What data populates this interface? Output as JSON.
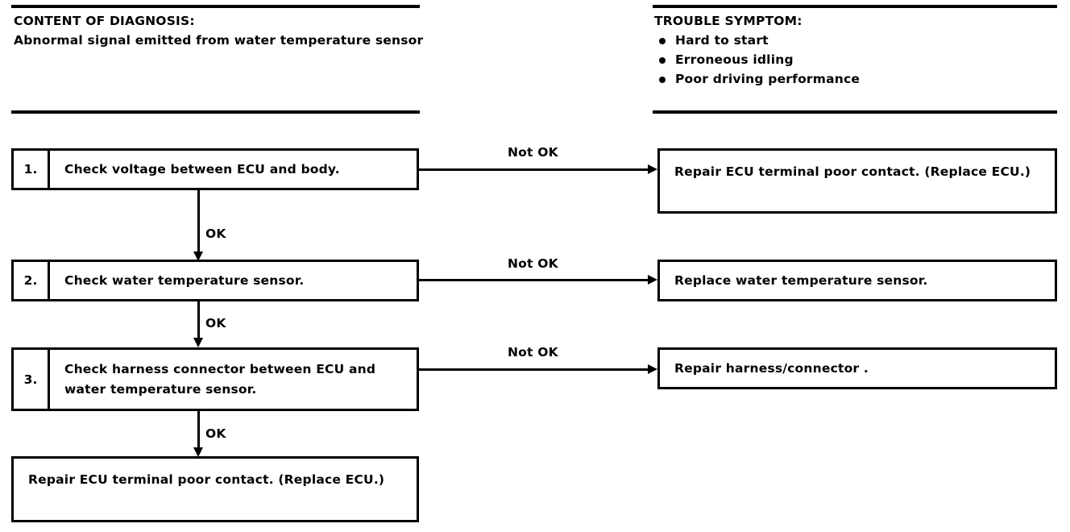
{
  "headers": {
    "diagnosis": {
      "title": "CONTENT OF DIAGNOSIS:",
      "body": "Abnormal signal emitted from water temperature sensor"
    },
    "symptom": {
      "title": "TROUBLE SYMPTOM:",
      "items": [
        "Hard to start",
        "Erroneous idling",
        "Poor driving performance"
      ]
    }
  },
  "flow": {
    "steps": [
      {
        "number": "1.",
        "text": "Check voltage between ECU and body.",
        "branch_label": "Not OK",
        "result": "Repair ECU terminal poor contact. (Replace ECU.)",
        "pass_label": "OK"
      },
      {
        "number": "2.",
        "text": "Check water temperature sensor.",
        "branch_label": "Not OK",
        "result": "Replace water temperature sensor.",
        "pass_label": "OK"
      },
      {
        "number": "3.",
        "text": "Check harness connector between ECU and water temperature sensor.",
        "branch_label": "Not OK",
        "result": "Repair harness/connector .",
        "pass_label": "OK"
      }
    ],
    "final": {
      "text": "Repair ECU terminal poor contact. (Replace ECU.)"
    }
  }
}
